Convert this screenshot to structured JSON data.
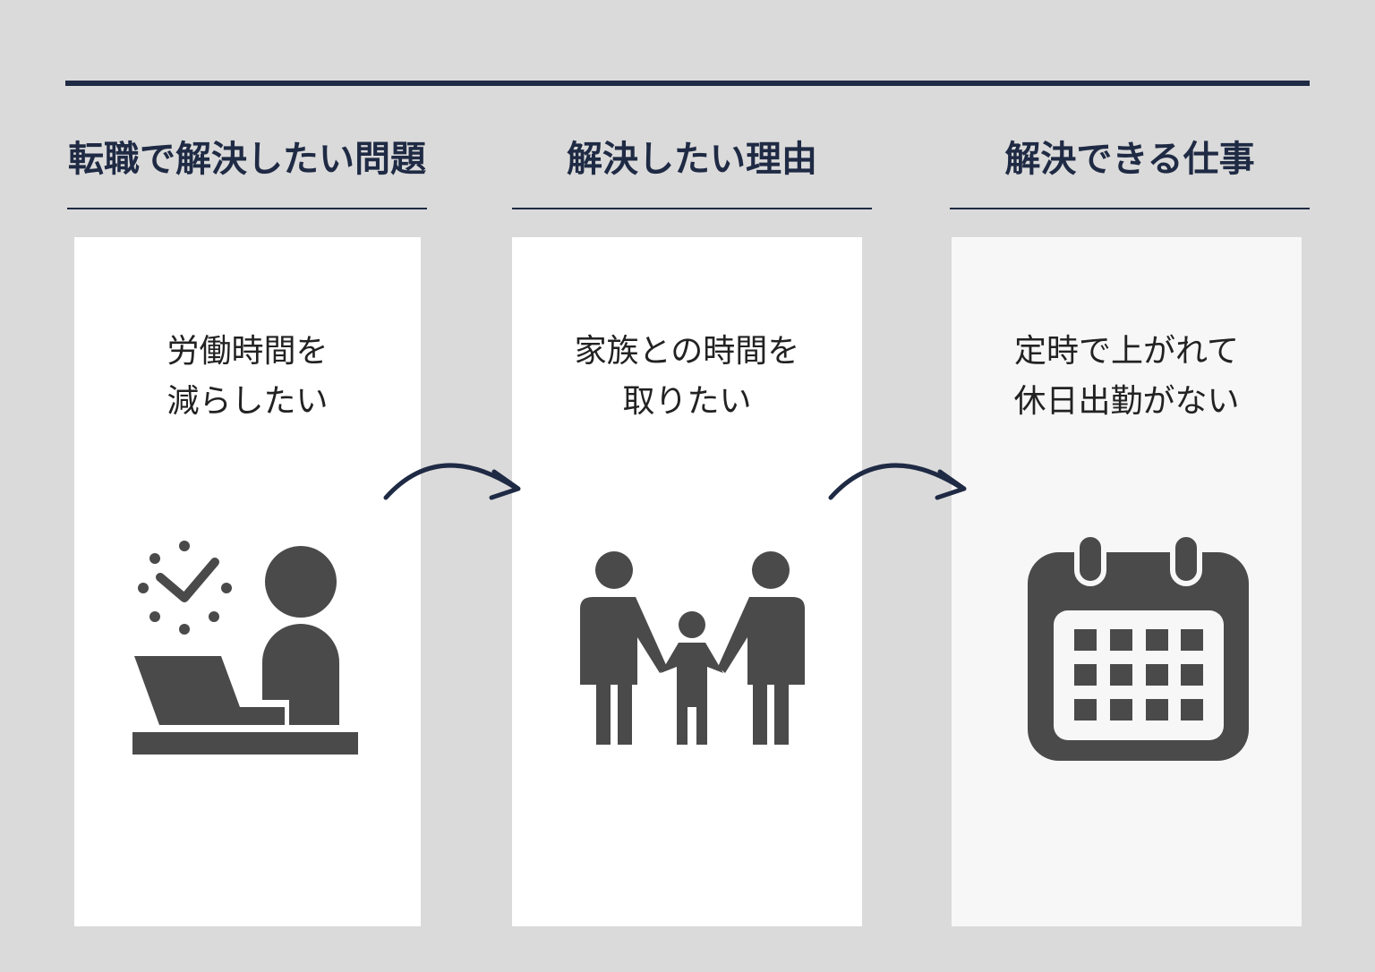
{
  "columns": [
    {
      "heading": "転職で解決したい問題",
      "text_line1": "労働時間を",
      "text_line2": "減らしたい",
      "icon": "worker-at-desk-clock-icon"
    },
    {
      "heading": "解決したい理由",
      "text_line1": "家族との時間を",
      "text_line2": "取りたい",
      "icon": "family-icon"
    },
    {
      "heading": "解決できる仕事",
      "text_line1": "定時で上がれて",
      "text_line2": "休日出勤がない",
      "icon": "calendar-icon"
    }
  ],
  "colors": {
    "accent": "#1f2a44",
    "background": "#dadada",
    "icon": "#4a4a4a"
  }
}
